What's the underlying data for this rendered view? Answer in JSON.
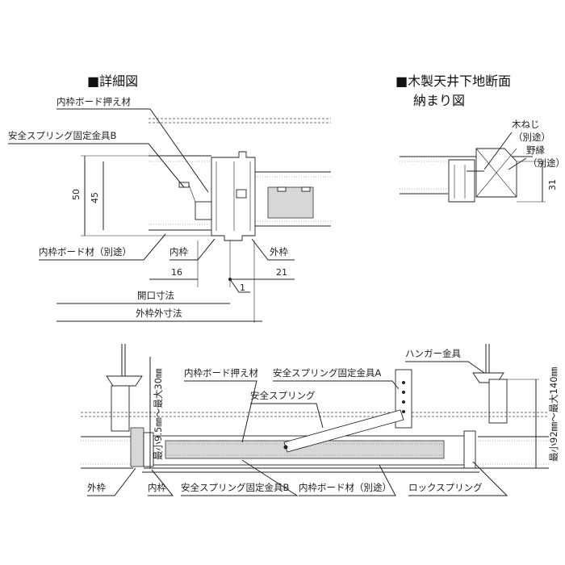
{
  "detail": {
    "title": "■詳細図",
    "labels": {
      "inner_board_retainer": "内枠ボード押え材",
      "safety_spring_bracket_b": "安全スプリング固定金具B",
      "inner_board": "内枠ボード材（別途）",
      "inner_frame": "内枠",
      "outer_frame": "外枠",
      "opening_size": "開口寸法",
      "outer_frame_size": "外枠外寸法"
    },
    "dims": {
      "d50": "50",
      "d45": "45",
      "d16": "16",
      "d21": "21",
      "d1": "1"
    }
  },
  "ceiling": {
    "title_line1": "■木製天井下地断面",
    "title_line2": "納まり図",
    "labels": {
      "wood_screw": "木ねじ",
      "separate1": "（別途）",
      "furring": "野縁",
      "separate2": "（別途）"
    },
    "dims": {
      "d31": "31"
    }
  },
  "section": {
    "labels": {
      "inner_board_retainer": "内枠ボード押え材",
      "safety_spring_bracket_a": "安全スプリング固定金具A",
      "hanger_bracket": "ハンガー金具",
      "safety_spring": "安全スプリング",
      "outer_frame": "外枠",
      "inner_frame": "内枠",
      "safety_spring_bracket_b": "安全スプリング固定金具B",
      "inner_board": "内枠ボード材（別途）",
      "lock_spring": "ロックスプリング",
      "range_left": "最小9.5㎜～最大30㎜",
      "range_right": "最小92㎜～最大140㎜"
    }
  }
}
